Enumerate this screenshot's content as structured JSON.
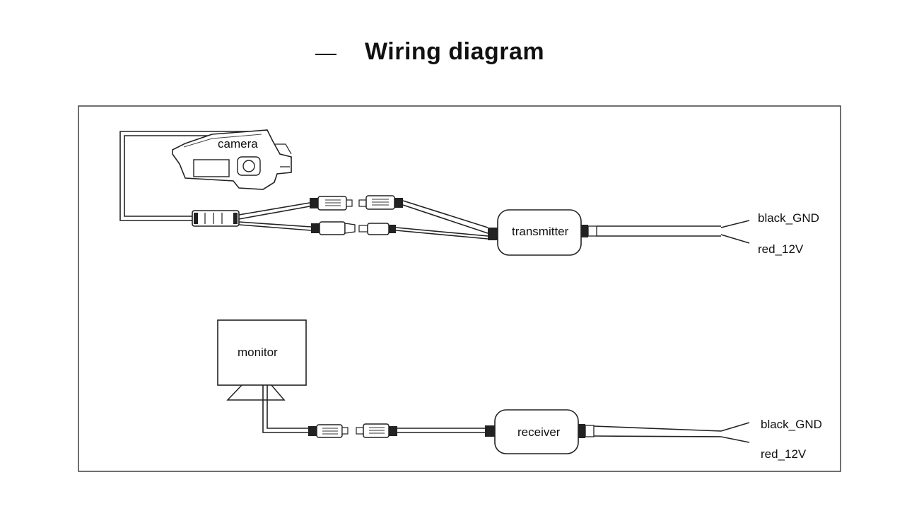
{
  "title": {
    "dash": "—",
    "text": "Wiring diagram"
  },
  "labels": {
    "camera": "camera",
    "transmitter": "transmitter",
    "monitor": "monitor",
    "receiver": "receiver",
    "tx_black": "black_GND",
    "tx_red": "red_12V",
    "rx_black": "black_GND",
    "rx_red": "red_12V"
  }
}
